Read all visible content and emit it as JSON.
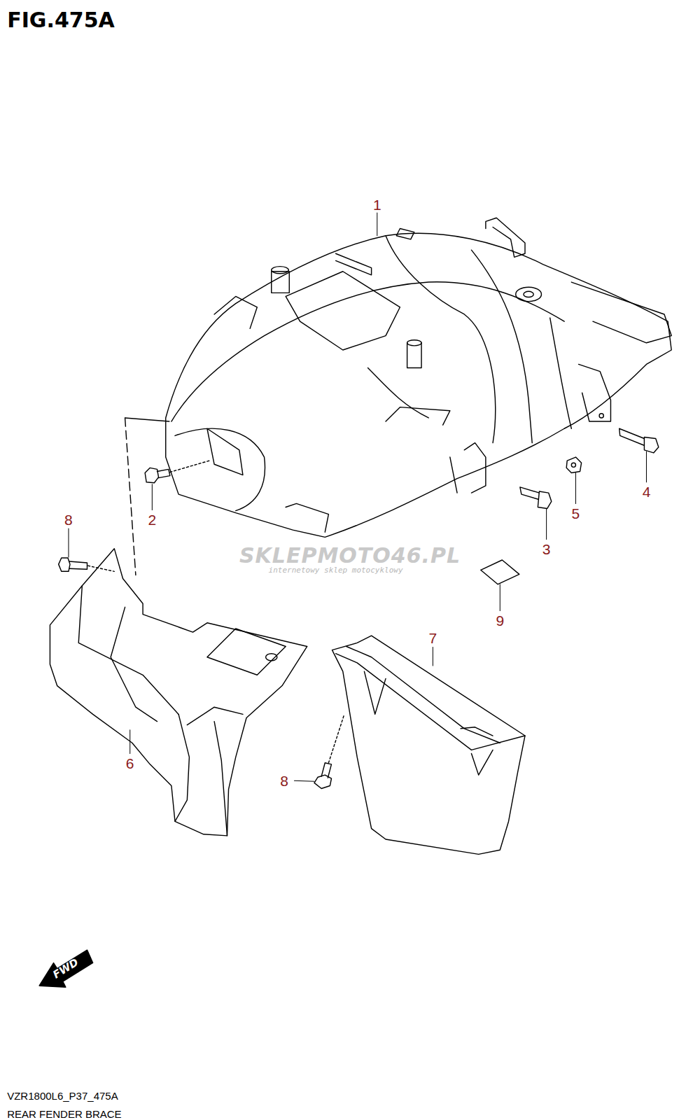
{
  "diagram": {
    "title": "FIG.475A",
    "caption": "REAR FENDER BRACE",
    "labels": [
      "1",
      "2",
      "3",
      "4",
      "5",
      "6",
      "7",
      "8",
      "8",
      "9",
      "SKLEPMOTO46.PL",
      "internetowy sklep motocyklowy",
      "FWD",
      "VZR1800L6_P37_475A"
    ]
  }
}
